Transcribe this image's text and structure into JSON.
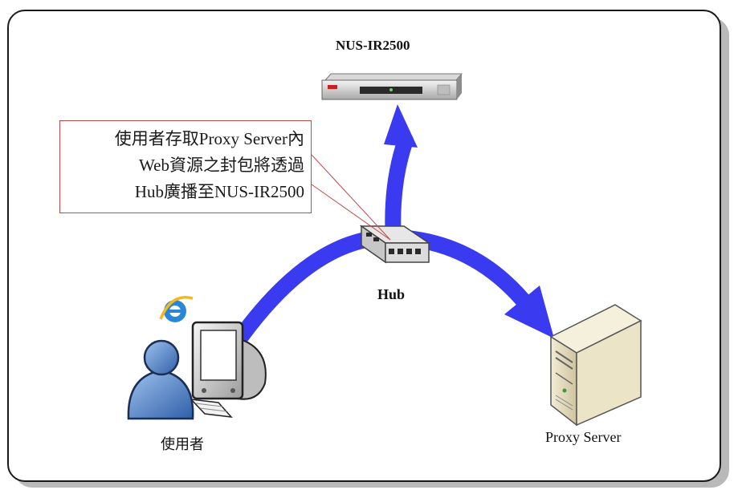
{
  "diagram": {
    "router_label": "NUS-IR2500",
    "hub_label": "Hub",
    "user_label": "使用者",
    "proxy_label": "Proxy Server",
    "callout_lines": [
      "使用者存取Proxy Server內",
      "Web資源之封包將透過",
      "Hub廣播至NUS-IR2500"
    ]
  },
  "colors": {
    "arrow": "#3a3af0",
    "callout_border": "#c24a4a",
    "frame_border": "#1a1a1a",
    "frame_shadow": "#b9b9b9"
  },
  "icons": [
    "router-device-icon",
    "hub-icon",
    "user-person-icon",
    "crt-monitor-icon",
    "keyboard-icon",
    "internet-explorer-icon",
    "server-tower-icon"
  ]
}
